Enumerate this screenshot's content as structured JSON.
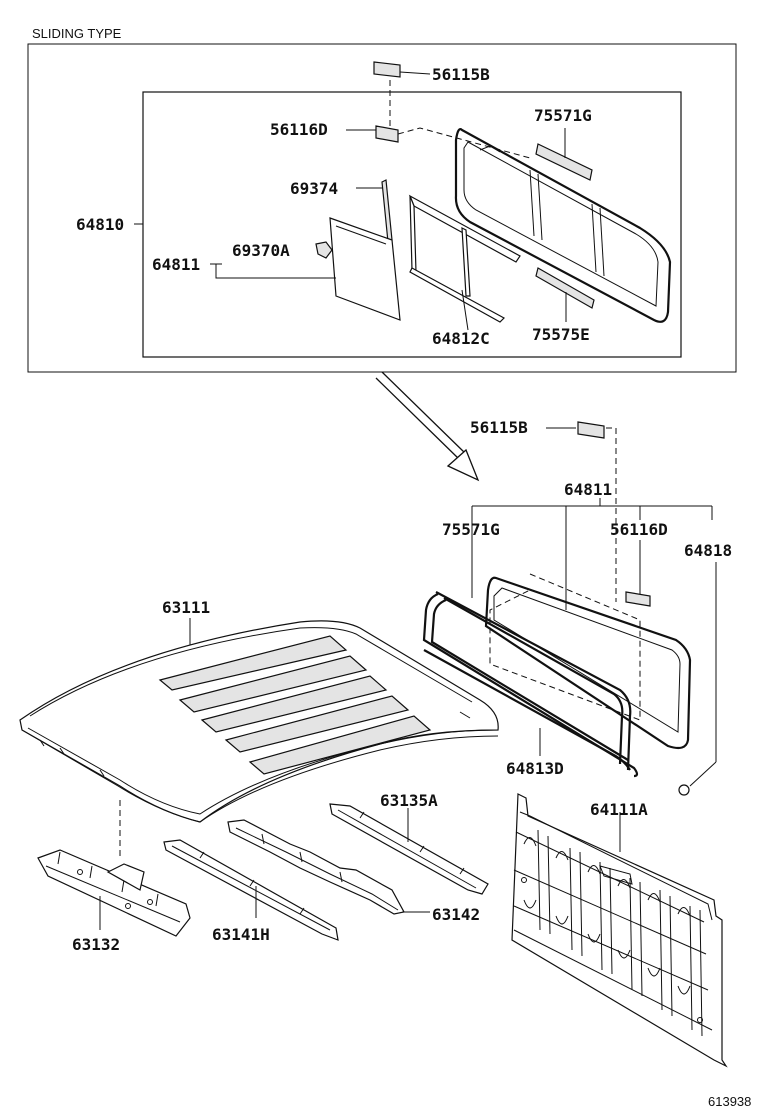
{
  "header": "SLIDING TYPE",
  "footer_code": "613938",
  "labels": {
    "l_56115B_top": "56115B",
    "l_56116D_top": "56116D",
    "l_75571G_top": "75571G",
    "l_69374": "69374",
    "l_64810": "64810",
    "l_69370A": "69370A",
    "l_64811_top": "64811",
    "l_64812C": "64812C",
    "l_75575E": "75575E",
    "l_56115B_mid": "56115B",
    "l_64811_mid": "64811",
    "l_75571G_mid": "75571G",
    "l_56116D_mid": "56116D",
    "l_64818": "64818",
    "l_63111": "63111",
    "l_64813D": "64813D",
    "l_63135A": "63135A",
    "l_64111A": "64111A",
    "l_63142": "63142",
    "l_63132": "63132",
    "l_63141H": "63141H"
  }
}
